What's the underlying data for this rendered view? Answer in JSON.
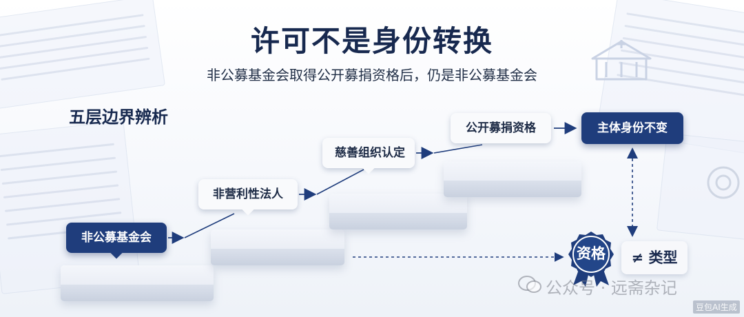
{
  "title": "许可不是身份转换",
  "subtitle": "非公募基金会取得公开募捐资格后，仍是非公募基金会",
  "section_label": "五层边界辨析",
  "steps": [
    {
      "label": "非公募基金会",
      "style": "dark"
    },
    {
      "label": "非营利性法人",
      "style": "light"
    },
    {
      "label": "慈善组织认定",
      "style": "light"
    },
    {
      "label": "公开募捐资格",
      "style": "light"
    }
  ],
  "result_label": "主体身份不变",
  "seal_label": "资格",
  "not_equal_label": "≠ 类型",
  "watermark": "公众号 · 远斋杂记",
  "corner_mark": "豆包AI生成",
  "colors": {
    "navy": "#1f3d7c",
    "title": "#17294f",
    "step_top": "#f4f6fb",
    "step_face": "#c9d1df",
    "connector": "#1f3d7c"
  },
  "icons": [
    "building-icon",
    "certificate-icon",
    "seal-badge-icon",
    "wechat-icon"
  ]
}
